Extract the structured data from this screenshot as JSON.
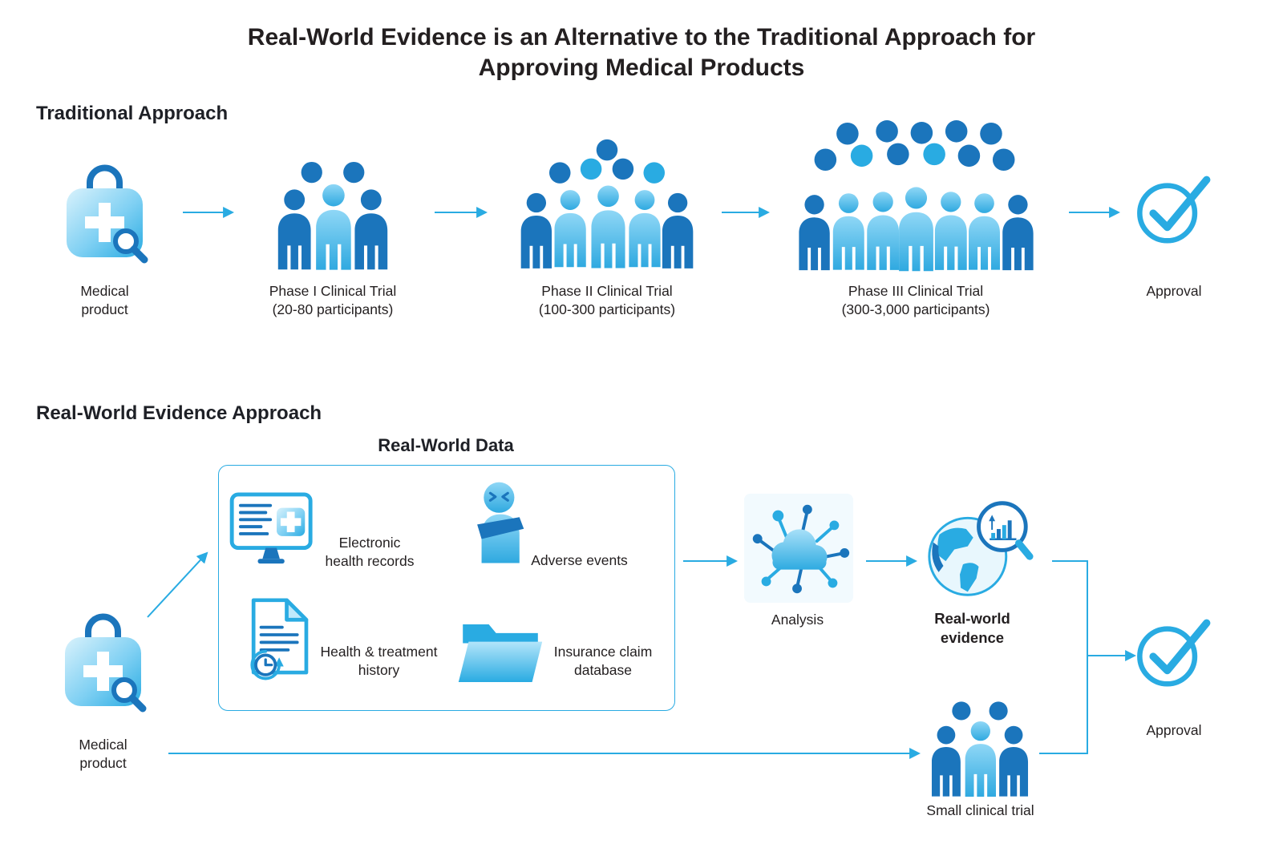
{
  "title": {
    "line1": "Real-World Evidence is an Alternative to the Traditional Approach for",
    "line2": "Approving Medical Products"
  },
  "colors": {
    "dark_blue": "#1B75BC",
    "light_blue": "#29ABE2",
    "pale_blue": "#9FDCF8",
    "text": "#231F20"
  },
  "traditional": {
    "heading": "Traditional Approach",
    "medical_product": "Medical product",
    "phase1_label": "Phase I Clinical Trial",
    "phase1_sublabel": "(20-80 participants)",
    "phase2_label": "Phase II Clinical Trial",
    "phase2_sublabel": "(100-300 participants)",
    "phase3_label": "Phase III Clinical Trial",
    "phase3_sublabel": "(300-3,000 participants)",
    "approval": "Approval"
  },
  "rwe": {
    "heading": "Real-World Evidence Approach",
    "box_title": "Real-World Data",
    "ehr": "Electronic health records",
    "adverse": "Adverse events",
    "history": "Health & treatment history",
    "insurance": "Insurance claim database",
    "medical_product": "Medical product",
    "analysis": "Analysis",
    "evidence": "Real-world evidence",
    "small_trial": "Small clinical trial",
    "approval": "Approval"
  },
  "icons": {
    "medical_product": "medical-bag-with-cross-and-magnifier-icon",
    "phase1": "small-people-crowd-icon",
    "phase2": "medium-people-crowd-icon",
    "phase3": "large-people-crowd-icon",
    "approval": "approval-check-circle-icon",
    "ehr": "monitor-with-medical-cross-icon",
    "adverse": "injured-person-icon",
    "history": "document-with-clock-icon",
    "insurance": "open-folder-icon",
    "analysis": "cloud-network-icon",
    "evidence": "globe-with-magnifier-chart-icon",
    "small_trial": "small-people-crowd-icon"
  }
}
